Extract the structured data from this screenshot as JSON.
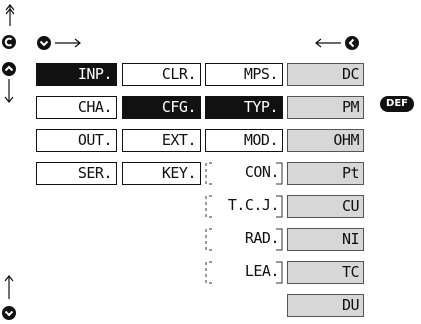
{
  "menu": {
    "col1": [
      "INP.",
      "CHA.",
      "OUT.",
      "SER."
    ],
    "col2": [
      "CLR.",
      "CFG.",
      "EXT.",
      "KEY."
    ],
    "col3": [
      "MPS.",
      "TYP.",
      "MOD.",
      "CON.",
      "T.C.J.",
      "RAD.",
      "LEA."
    ],
    "col4": [
      "DC",
      "PM",
      "OHM",
      "Pt",
      "CU",
      "NI",
      "TC",
      "DU"
    ]
  },
  "selected": {
    "col1": "INP.",
    "col2": "CFG.",
    "col3": "TYP."
  },
  "default_badge": "DEF",
  "icons": {
    "top_left": [
      "double-up-arrow-icon",
      "enter-circle-icon",
      "up-circle-icon",
      "down-arrow-icon"
    ],
    "header": [
      "down-circle-icon",
      "right-arrow-icon",
      "left-arrow-icon",
      "left-circle-icon"
    ],
    "bottom_left": [
      "up-arrow-icon",
      "down-circle-icon"
    ]
  },
  "colors": {
    "selected_bg": "#111111",
    "option_bg": "#d7d7d7"
  }
}
